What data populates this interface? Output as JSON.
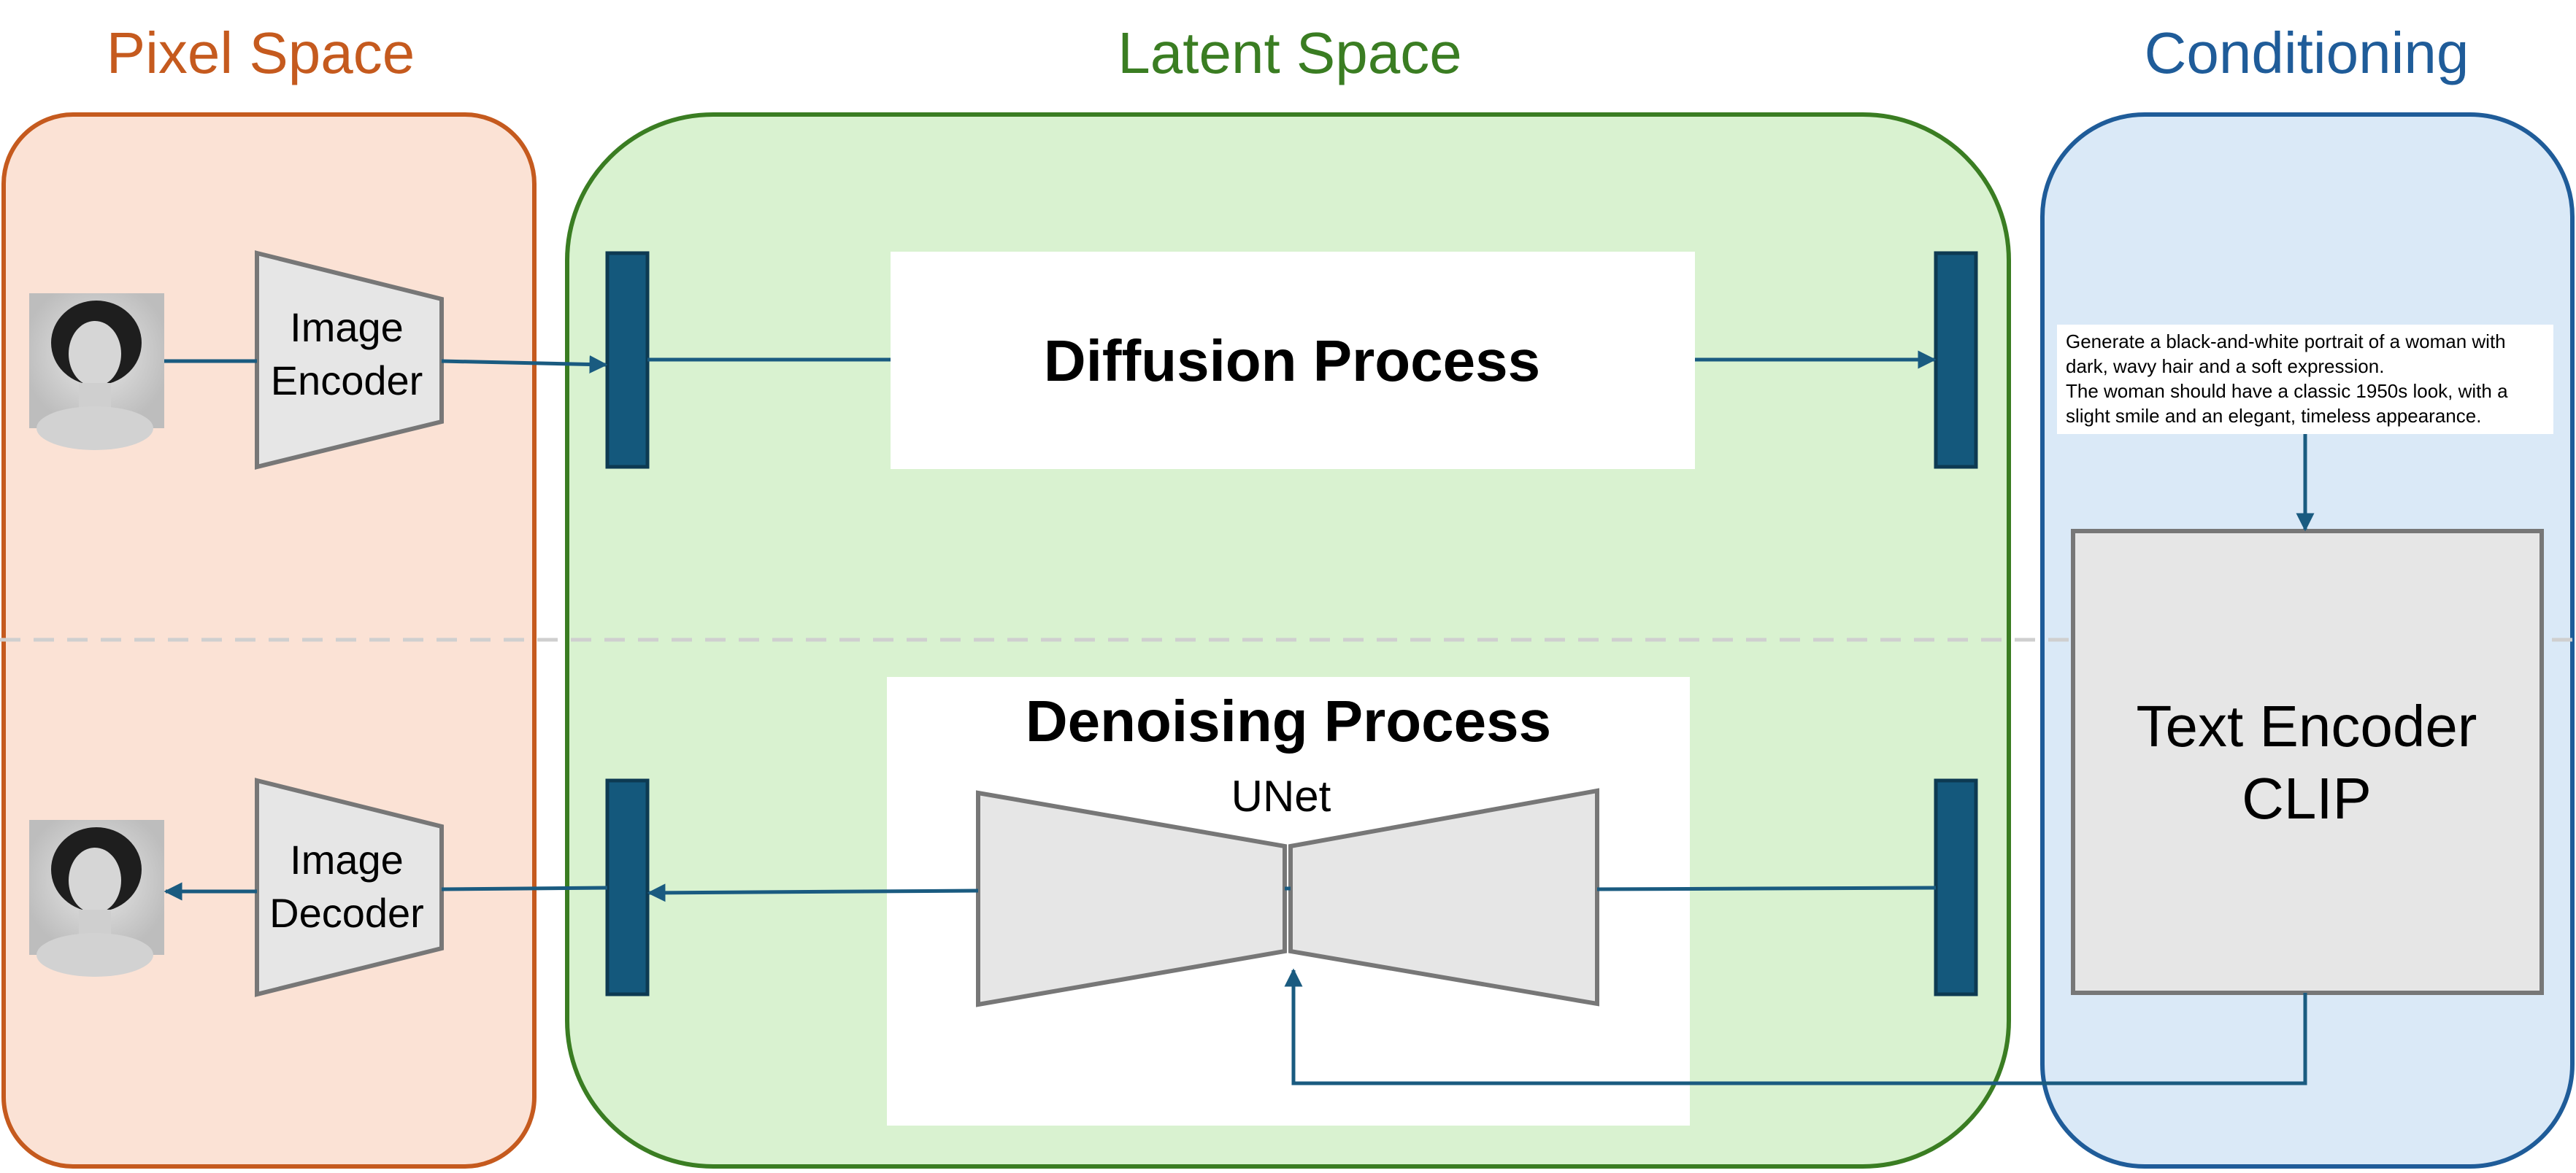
{
  "regions": {
    "pixel_space": {
      "title": "Pixel Space",
      "color": "#c55a1e",
      "fill": "#fbe2d5"
    },
    "latent_space": {
      "title": "Latent Space",
      "color": "#3a7d22",
      "fill": "#d9f2d0"
    },
    "conditioning": {
      "title": "Conditioning",
      "color": "#1f5c99",
      "fill": "#dae9f7"
    }
  },
  "pixel": {
    "encoder_line1": "Image",
    "encoder_line2": "Encoder",
    "decoder_line1": "Image",
    "decoder_line2": "Decoder",
    "input_image_icon": "portrait-photo",
    "output_image_icon": "portrait-photo"
  },
  "latent": {
    "diffusion_title": "Diffusion Process",
    "denoising_title": "Denoising Process",
    "unet_label": "UNet"
  },
  "conditioning_box": {
    "prompt_lines": [
      "Generate a black-and-white portrait of a woman with",
      "dark, wavy hair and a soft expression.",
      "The woman should have a classic 1950s look, with a",
      "slight smile and an elegant, timeless appearance."
    ],
    "encoder_line1": "Text Encoder",
    "encoder_line2": "CLIP"
  },
  "colors": {
    "arrow": "#1a5b80",
    "latent_bar": "#14587c",
    "divider": "#cfcfcf"
  }
}
